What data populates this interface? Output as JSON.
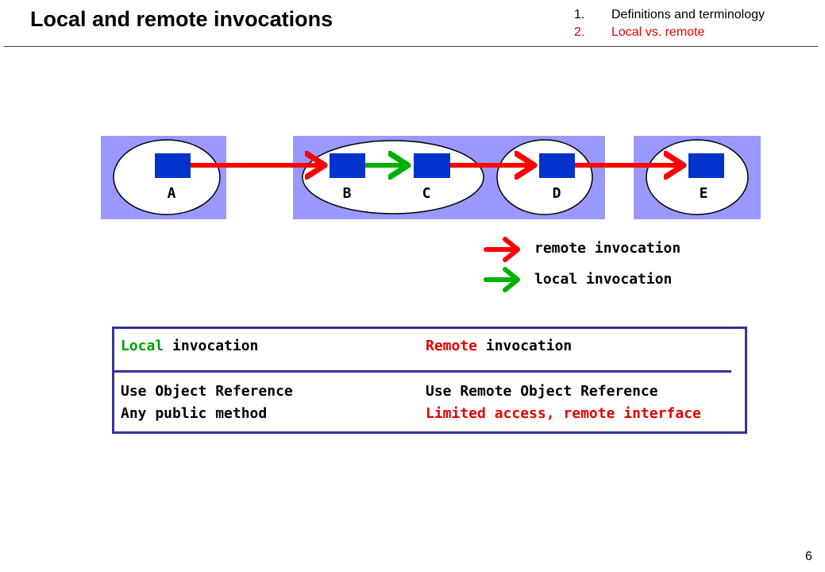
{
  "slide": {
    "title": "Local and remote invocations",
    "page_number": "6"
  },
  "outline": [
    {
      "num": "1.",
      "text": "Definitions and terminology"
    },
    {
      "num": "2.",
      "text": "Local vs. remote"
    }
  ],
  "diagram": {
    "objects": [
      "A",
      "B",
      "C",
      "D",
      "E"
    ],
    "colors": {
      "process_fill": "#9999ff",
      "object_fill": "#0033cc",
      "remote_arrow": "#ff0000",
      "local_arrow": "#00b000"
    }
  },
  "legend": {
    "remote": "remote invocation",
    "local": "local invocation"
  },
  "comparison": {
    "header_local_word": "Local",
    "header_local_rest": " invocation",
    "header_remote_word": "Remote",
    "header_remote_rest": " invocation",
    "local_row1": "Use Object Reference",
    "local_row2": "Any public method",
    "remote_row1": "Use Remote Object Reference",
    "remote_row2": "Limited access, remote interface"
  }
}
